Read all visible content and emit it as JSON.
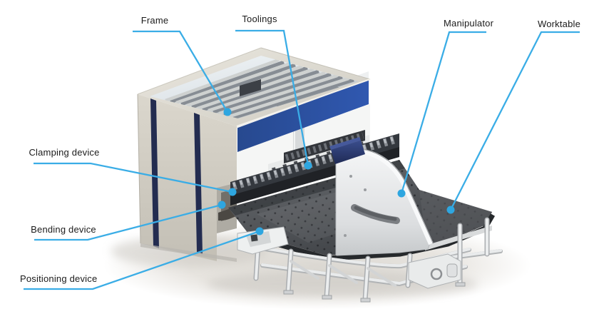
{
  "diagram": {
    "type": "machine-callout-diagram",
    "subject": "panel bending machine",
    "accent_color": "#3aade6",
    "labels": {
      "frame": "Frame",
      "toolings": "Toolings",
      "manipulator": "Manipulator",
      "worktable": "Worktable",
      "clamping_device": "Clamping device",
      "bending_device": "Bending device",
      "positioning_device": "Positioning device"
    },
    "machine_colors": {
      "cabinet_cream": "#d3cfc5",
      "stripe_navy": "#232c50",
      "band_blue": "#2b52a8",
      "table_gray": "#53565a",
      "manipulator_fin": "#e9ebec",
      "support_structure": "#e3e5e6"
    }
  }
}
